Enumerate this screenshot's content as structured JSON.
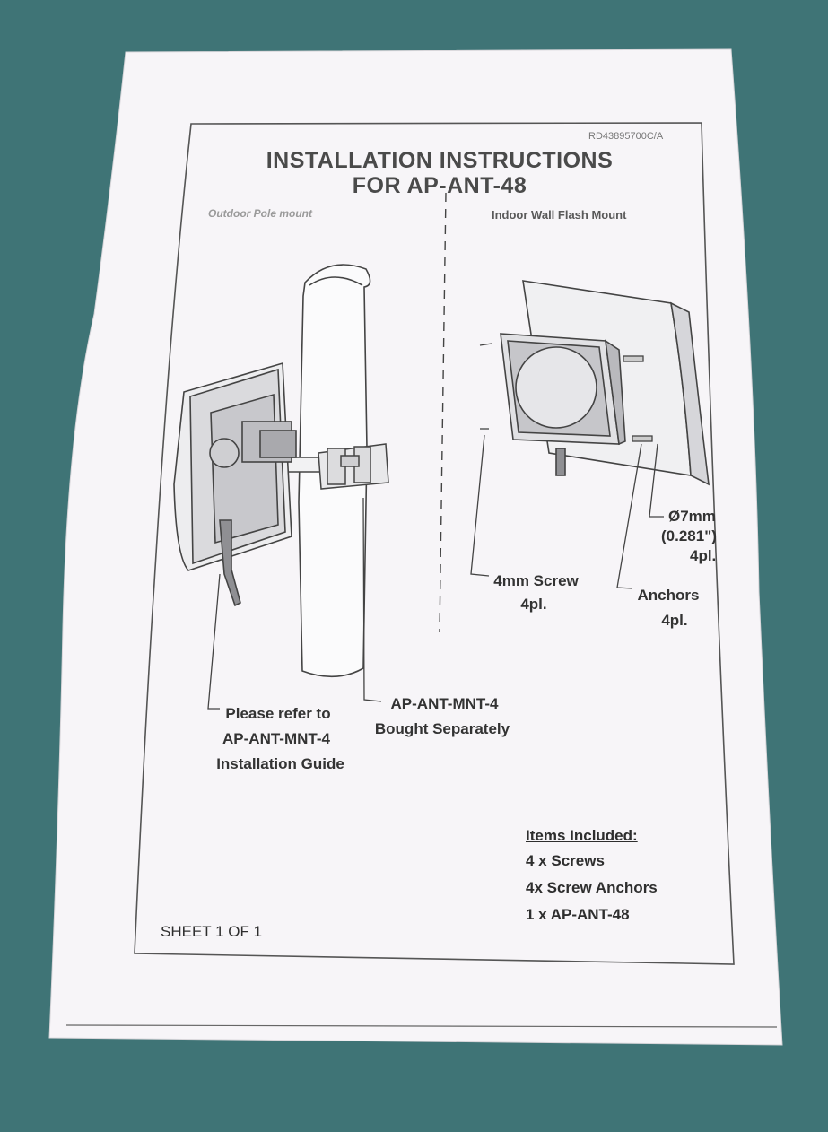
{
  "document": {
    "doc_id": "RD43895700C/A",
    "title_line1": "INSTALLATION INSTRUCTIONS",
    "title_line2": "FOR AP-ANT-48",
    "left_heading": "Outdoor  Pole mount",
    "right_heading": "Indoor Wall Flash Mount",
    "labels": {
      "hole_line1": "Ø7mm",
      "hole_line2": "(0.281\")",
      "hole_line3": "4pl.",
      "screw_line1": "4mm Screw",
      "screw_line2": "4pl.",
      "anchors_line1": "Anchors",
      "anchors_line2": "4pl.",
      "refer_line1": "Please refer to",
      "refer_line2": "AP-ANT-MNT-4",
      "refer_line3": "Installation Guide",
      "mount_line1": "AP-ANT-MNT-4",
      "mount_line2": "Bought Separately"
    },
    "items_included": {
      "heading": "Items Included:",
      "items": [
        "4 x Screws",
        "4x Screw Anchors",
        "1 x AP-ANT-48"
      ]
    },
    "sheet": "SHEET 1 OF 1"
  },
  "colors": {
    "background": "#3f7476",
    "paper": "#f7f5f8",
    "ink": "#2b2b2b"
  }
}
